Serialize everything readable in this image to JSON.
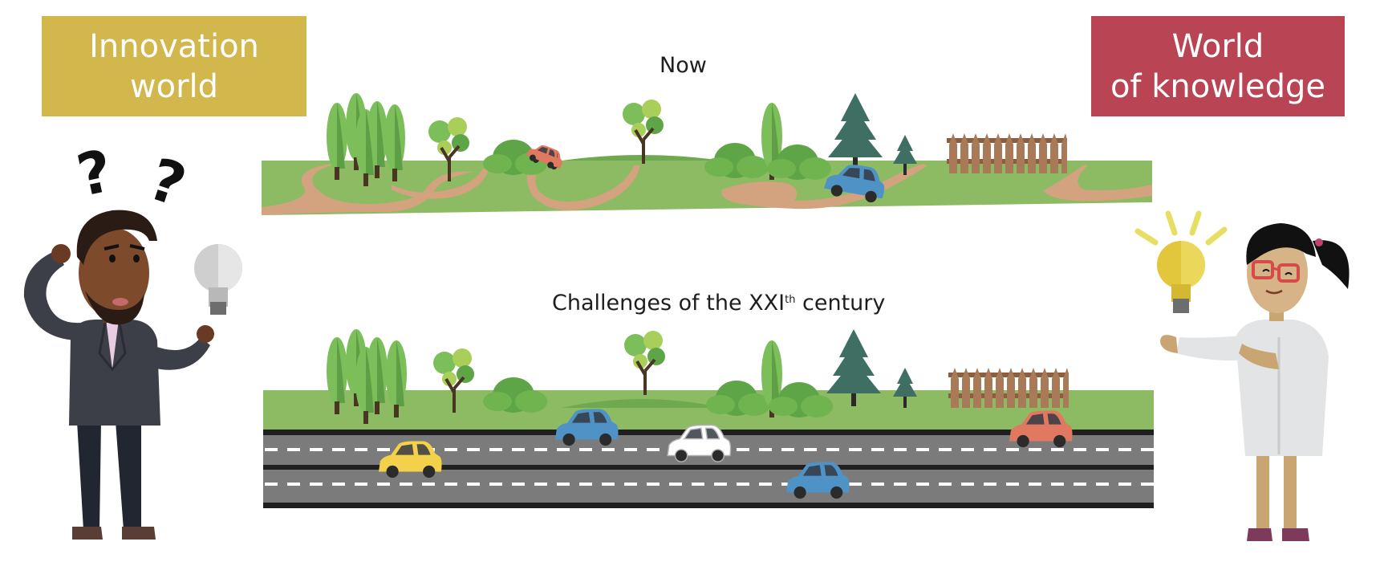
{
  "labels": {
    "left_line1": "Innovation",
    "left_line2": "world",
    "right_line1": "World",
    "right_line2": "of knowledge"
  },
  "captions": {
    "now": "Now",
    "future_prefix": "Challenges of the XXI",
    "future_sup": "th",
    "future_suffix": " century"
  },
  "colors": {
    "gold": "#d2b74d",
    "crimson": "#b94554",
    "grass": "#8dbb64",
    "path": "#d3a27e",
    "road": "#7b7b7b"
  },
  "icons": {
    "question_marks": "question-mark-icon",
    "bulb_off": "lightbulb-off-icon",
    "bulb_on": "lightbulb-on-icon"
  }
}
